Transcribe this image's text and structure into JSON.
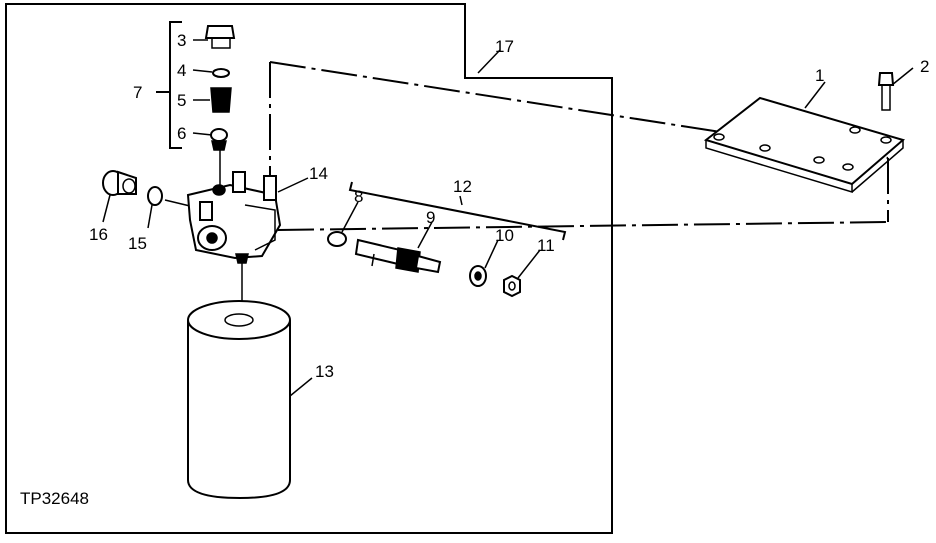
{
  "figure_code": "TP32648",
  "callouts": [
    {
      "id": "c1",
      "label": "1"
    },
    {
      "id": "c2",
      "label": "2"
    },
    {
      "id": "c3",
      "label": "3"
    },
    {
      "id": "c4",
      "label": "4"
    },
    {
      "id": "c5",
      "label": "5"
    },
    {
      "id": "c6",
      "label": "6"
    },
    {
      "id": "c7",
      "label": "7"
    },
    {
      "id": "c8",
      "label": "8"
    },
    {
      "id": "c9",
      "label": "9"
    },
    {
      "id": "c10",
      "label": "10"
    },
    {
      "id": "c11",
      "label": "11"
    },
    {
      "id": "c12",
      "label": "12"
    },
    {
      "id": "c13",
      "label": "13"
    },
    {
      "id": "c14",
      "label": "14"
    },
    {
      "id": "c15",
      "label": "15"
    },
    {
      "id": "c16",
      "label": "16"
    },
    {
      "id": "c17",
      "label": "17"
    }
  ]
}
